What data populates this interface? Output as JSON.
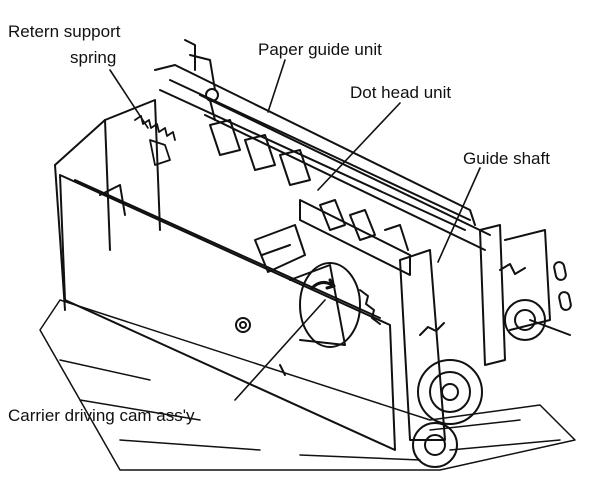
{
  "callouts": {
    "return_spring_line1": "Retern support",
    "return_spring_line2": "spring",
    "paper_guide": "Paper guide unit",
    "dot_head": "Dot head unit",
    "guide_shaft": "Guide shaft",
    "carrier_cam": "Carrier driving cam ass'y"
  },
  "colors": {
    "ink": "#111111",
    "background": "#ffffff"
  }
}
